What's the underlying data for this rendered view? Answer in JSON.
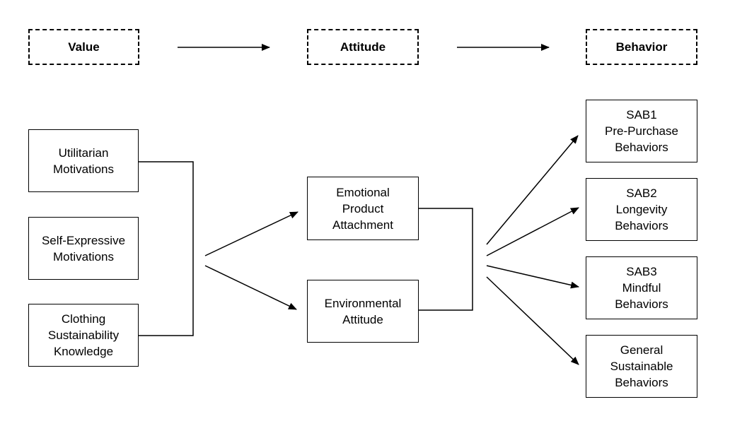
{
  "headers": {
    "value": "Value",
    "attitude": "Attitude",
    "behavior": "Behavior"
  },
  "values": {
    "utilitarian": [
      "Utilitarian",
      "Motivations"
    ],
    "self_expressive": [
      "Self-Expressive",
      "Motivations"
    ],
    "knowledge": [
      "Clothing",
      "Sustainability",
      "Knowledge"
    ]
  },
  "attitudes": {
    "emotional": [
      "Emotional",
      "Product",
      "Attachment"
    ],
    "environmental": [
      "Environmental",
      "Attitude"
    ]
  },
  "behaviors": {
    "sab1": [
      "SAB1",
      "Pre-Purchase",
      "Behaviors"
    ],
    "sab2": [
      "SAB2",
      "Longevity",
      "Behaviors"
    ],
    "sab3": [
      "SAB3",
      "Mindful",
      "Behaviors"
    ],
    "general": [
      "General",
      "Sustainable",
      "Behaviors"
    ]
  },
  "colors": {
    "stroke": "#000000",
    "background": "#ffffff"
  }
}
